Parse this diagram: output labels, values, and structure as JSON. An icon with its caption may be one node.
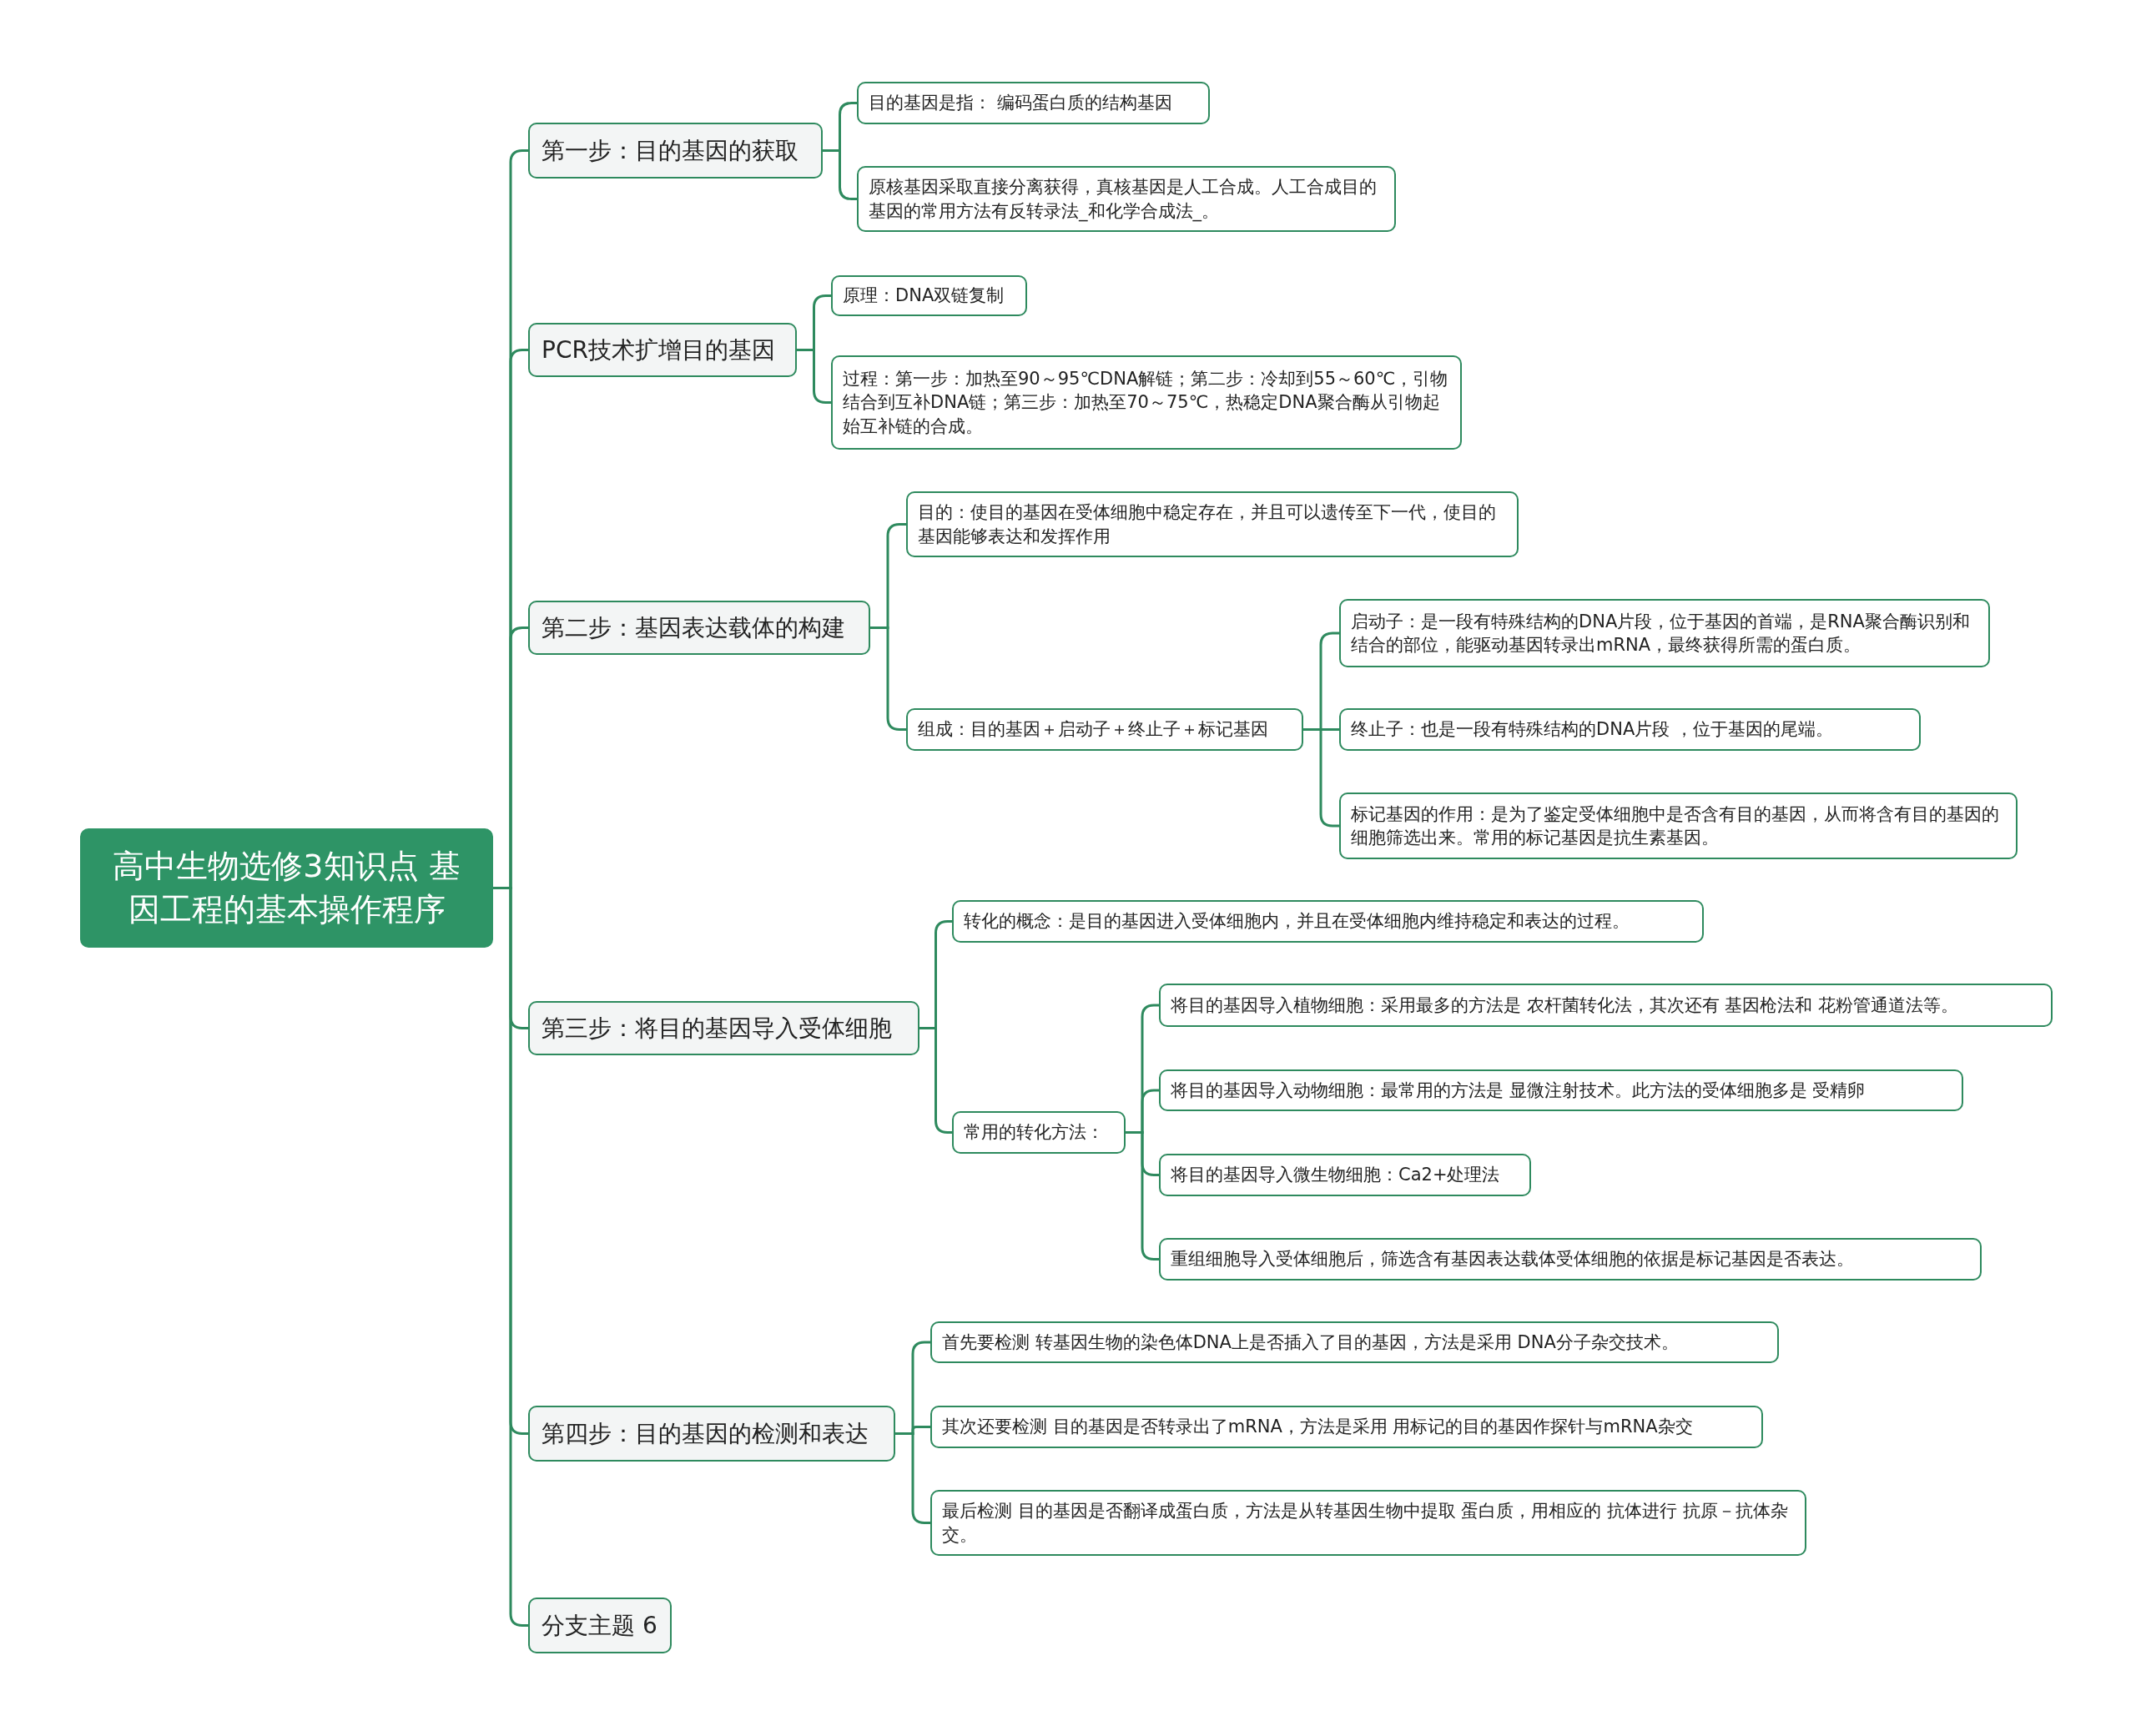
{
  "diagram": {
    "nodes": [
      {
        "text": [
          "高中生物选修3知识点 基因工程的基本操作程序"
        ]
      },
      {
        "text": [
          "第一步：目的基因的获取"
        ]
      },
      {
        "text": [
          "目的基因是指： 编码蛋白质的结构基因"
        ]
      },
      {
        "text": [
          "原核基因采取直接分离获得，真核基因是人工合成。人工合成目的基因的常用方法有反转录法_和化学合成法_。"
        ]
      },
      {
        "text": [
          "PCR技术扩增目的基因"
        ]
      },
      {
        "text": [
          "原理：DNA双链复制"
        ]
      },
      {
        "text": [
          "过程：第一步：加热至90～95℃DNA解链；第二步：冷却到55～60℃，引物结合到互补DNA链；第三步：加热至70～75℃，热稳定DNA聚合酶从引物起始互补链的合成。"
        ]
      },
      {
        "text": [
          "第二步：基因表达载体的构建"
        ]
      },
      {
        "text": [
          "目的：使目的基因在受体细胞中稳定存在，并且可以遗传至下一代，使目的基因能够表达和发挥作用"
        ]
      },
      {
        "text": [
          "组成：目的基因＋启动子＋终止子＋标记基因"
        ]
      },
      {
        "text": [
          "启动子：是一段有特殊结构的DNA片段，位于基因的首端，是RNA聚合酶识别和结合的部位，能驱动基因转录出mRNA，最终获得所需的蛋白质。"
        ]
      },
      {
        "text": [
          "终止子：也是一段有特殊结构的DNA片段 ，位于基因的尾端。"
        ]
      },
      {
        "text": [
          "标记基因的作用：是为了鉴定受体细胞中是否含有目的基因，从而将含有目的基因的细胞筛选出来。常用的标记基因是抗生素基因。"
        ]
      },
      {
        "text": [
          "第三步：将目的基因导入受体细胞"
        ]
      },
      {
        "text": [
          "转化的概念：是目的基因进入受体细胞内，并且在受体细胞内维持稳定和表达的过程。"
        ]
      },
      {
        "text": [
          "常用的转化方法："
        ]
      },
      {
        "text": [
          "将目的基因导入植物细胞：采用最多的方法是 农杆菌转化法，其次还有 基因枪法和 花粉管通道法等。"
        ]
      },
      {
        "text": [
          "将目的基因导入动物细胞：最常用的方法是 显微注射技术。此方法的受体细胞多是 受精卵"
        ]
      },
      {
        "text": [
          "将目的基因导入微生物细胞：Ca2+处理法"
        ]
      },
      {
        "text": [
          "重组细胞导入受体细胞后，筛选含有基因表达载体受体细胞的依据是标记基因是否表达。"
        ]
      },
      {
        "text": [
          "第四步：目的基因的检测和表达"
        ]
      },
      {
        "text": [
          "首先要检测 转基因生物的染色体DNA上是否插入了目的基因，方法是采用 DNA分子杂交技术。"
        ]
      },
      {
        "text": [
          "其次还要检测 目的基因是否转录出了mRNA，方法是采用 用标记的目的基因作探针与mRNA杂交"
        ]
      },
      {
        "text": [
          "最后检测 目的基因是否翻译成蛋白质，方法是从转基因生物中提取 蛋白质，用相应的 抗体进行 抗原－抗体杂交。"
        ]
      },
      {
        "text": [
          "分支主题 6"
        ]
      }
    ],
    "edges": [
      {
        "from": 0,
        "to": 1,
        "arrow": "none"
      },
      {
        "from": 0,
        "to": 4,
        "arrow": "none"
      },
      {
        "from": 0,
        "to": 7,
        "arrow": "none"
      },
      {
        "from": 0,
        "to": 13,
        "arrow": "none"
      },
      {
        "from": 0,
        "to": 20,
        "arrow": "none"
      },
      {
        "from": 0,
        "to": 24,
        "arrow": "none"
      },
      {
        "from": 1,
        "to": 2,
        "arrow": "none"
      },
      {
        "from": 1,
        "to": 3,
        "arrow": "none"
      },
      {
        "from": 4,
        "to": 5,
        "arrow": "none"
      },
      {
        "from": 4,
        "to": 6,
        "arrow": "none"
      },
      {
        "from": 7,
        "to": 8,
        "arrow": "none"
      },
      {
        "from": 7,
        "to": 9,
        "arrow": "none"
      },
      {
        "from": 9,
        "to": 10,
        "arrow": "none"
      },
      {
        "from": 9,
        "to": 11,
        "arrow": "none"
      },
      {
        "from": 9,
        "to": 12,
        "arrow": "none"
      },
      {
        "from": 13,
        "to": 14,
        "arrow": "none"
      },
      {
        "from": 13,
        "to": 15,
        "arrow": "none"
      },
      {
        "from": 15,
        "to": 16,
        "arrow": "none"
      },
      {
        "from": 15,
        "to": 17,
        "arrow": "none"
      },
      {
        "from": 15,
        "to": 18,
        "arrow": "none"
      },
      {
        "from": 15,
        "to": 19,
        "arrow": "none"
      },
      {
        "from": 20,
        "to": 21,
        "arrow": "none"
      },
      {
        "from": 20,
        "to": 22,
        "arrow": "none"
      },
      {
        "from": 20,
        "to": 23,
        "arrow": "none"
      }
    ]
  }
}
